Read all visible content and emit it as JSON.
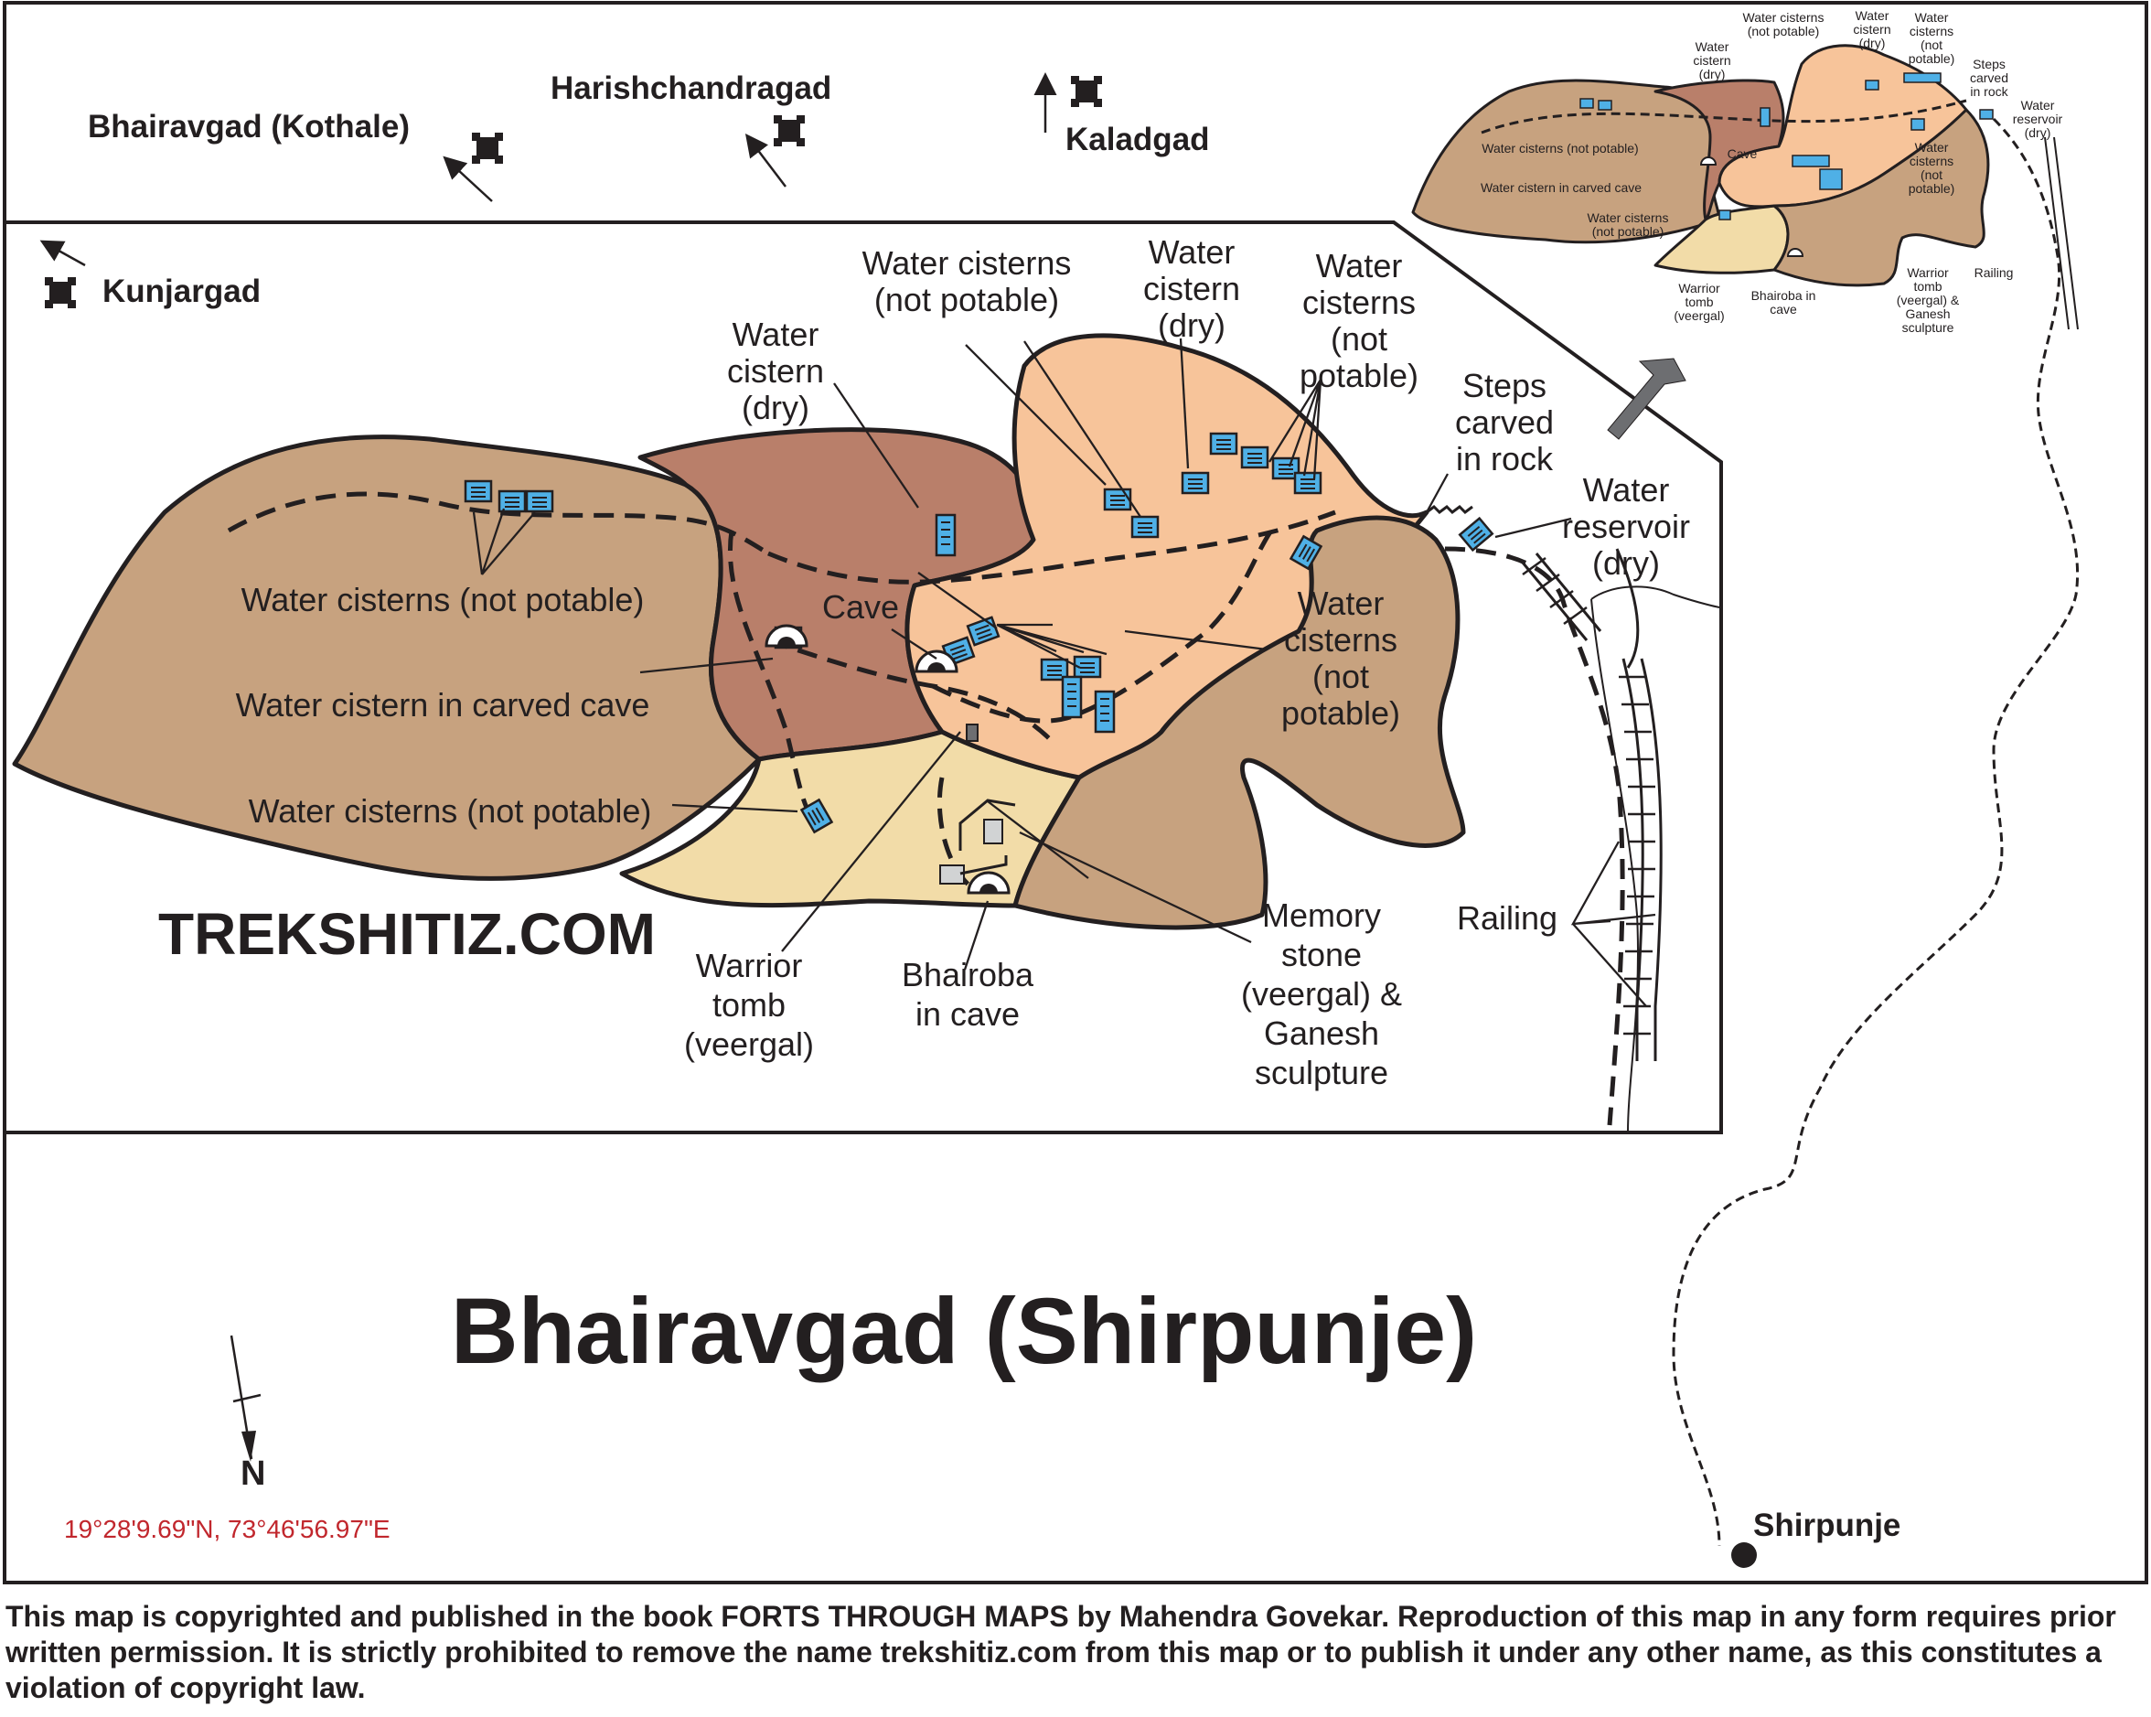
{
  "colors": {
    "outline": "#231f20",
    "plateau_left": "#c7a27f",
    "plateau_cave": "#b97f6a",
    "plateau_center": "#f7c49a",
    "plateau_lower": "#f2dca8",
    "plateau_right": "#c7a27f",
    "cistern_fill": "#4fb0e6",
    "coords_red": "#c1272d",
    "arrow_grey": "#6d6e71"
  },
  "neighbors": [
    {
      "name": "Bhairavgad (Kothale)"
    },
    {
      "name": "Harishchandragad"
    },
    {
      "name": "Kaladgad"
    },
    {
      "name": "Kunjargad"
    }
  ],
  "labels": {
    "cisterns_top_left": [
      "Water cisterns",
      "(not potable)"
    ],
    "cistern_dry_left": [
      "Water",
      "cistern",
      "(dry)"
    ],
    "cistern_dry_mid": [
      "Water",
      "cistern",
      "(dry)"
    ],
    "cisterns_np_right": [
      "Water",
      "cisterns",
      "(not",
      "potable)"
    ],
    "steps": [
      "Steps",
      "carved",
      "in rock"
    ],
    "reservoir": [
      "Water",
      "reservoir",
      "(dry)"
    ],
    "cisterns_np_left": "Water cisterns (not potable)",
    "cave": "Cave",
    "carved_cave": "Water cistern in carved cave",
    "cisterns_np_lower": "Water cisterns (not potable)",
    "cisterns_np_east": [
      "Water",
      "cisterns",
      "(not",
      "potable)"
    ],
    "memory_stone": [
      "Memory",
      "stone",
      "(veergal) &",
      "Ganesh",
      "sculpture"
    ],
    "railing": "Railing",
    "warrior_tomb": [
      "Warrior",
      "tomb",
      "(veergal)"
    ],
    "bhairoba": [
      "Bhairoba",
      "in cave"
    ]
  },
  "inset_labels": {
    "cisterns_np_top": [
      "Water cisterns",
      "(not potable)"
    ],
    "cistern_dry_a": [
      "Water",
      "cistern",
      "(dry)"
    ],
    "cistern_dry_b": [
      "Water",
      "cistern",
      "(dry)"
    ],
    "cisterns_np_c": [
      "Water",
      "cisterns",
      "(not",
      "potable)"
    ],
    "steps": [
      "Steps",
      "carved",
      "in rock"
    ],
    "reservoir": [
      "Water",
      "reservoir",
      "(dry)"
    ],
    "cisterns_np_left": "Water cisterns (not potable)",
    "carved_cave": "Water cistern in carved cave",
    "cave": "Cave",
    "cisterns_np_lower": [
      "Water cisterns",
      "(not potable)"
    ],
    "cisterns_np_east": [
      "Water",
      "cisterns",
      "(not",
      "potable)"
    ],
    "warrior": [
      "Warrior",
      "tomb",
      "(veergal)"
    ],
    "bhairoba": [
      "Bhairoba in",
      "cave"
    ],
    "memory": [
      "Warrior",
      "tomb",
      "(veergal) &",
      "Ganesh",
      "sculpture"
    ],
    "railing": "Railing"
  },
  "watermark": "TREKSHITIZ.COM",
  "title": "Bhairavgad (Shirpunje)",
  "north": "N",
  "coordinates": "19°28'9.69\"N, 73°46'56.97\"E",
  "village": "Shirpunje",
  "copyright": "This map is copyrighted and published in the book FORTS THROUGH MAPS by Mahendra Govekar. Reproduction of this map in any form requires prior written permission. It is strictly prohibited to remove the name trekshitiz.com from this map or to publish it under any other name, as this constitutes a violation of copyright law."
}
